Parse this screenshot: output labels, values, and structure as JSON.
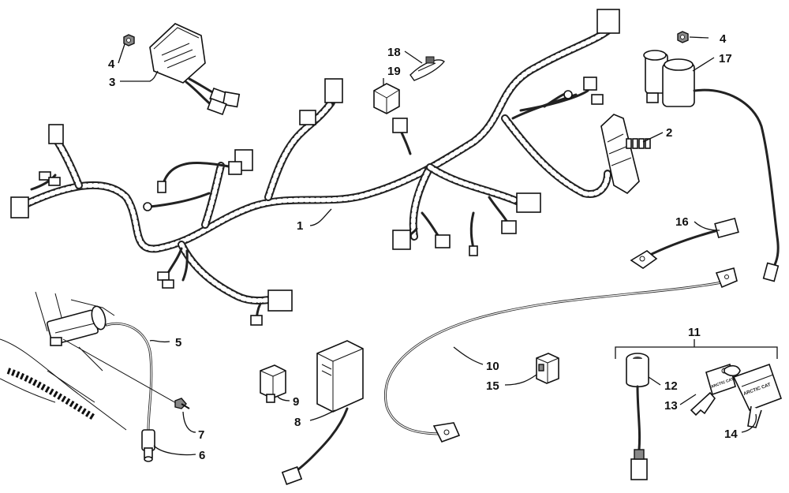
{
  "callouts": {
    "c1": "1",
    "c2": "2",
    "c3": "3",
    "c4a": "4",
    "c4b": "4",
    "c5": "5",
    "c6": "6",
    "c7": "7",
    "c8": "8",
    "c9": "9",
    "c10": "10",
    "c11": "11",
    "c12": "12",
    "c13": "13",
    "c14": "14",
    "c15": "15",
    "c16": "16",
    "c17": "17",
    "c18": "18",
    "c19": "19"
  },
  "key_labels": {
    "key_head": "ARCTIC CAT",
    "key_tag": "ARCTIC CAT"
  }
}
